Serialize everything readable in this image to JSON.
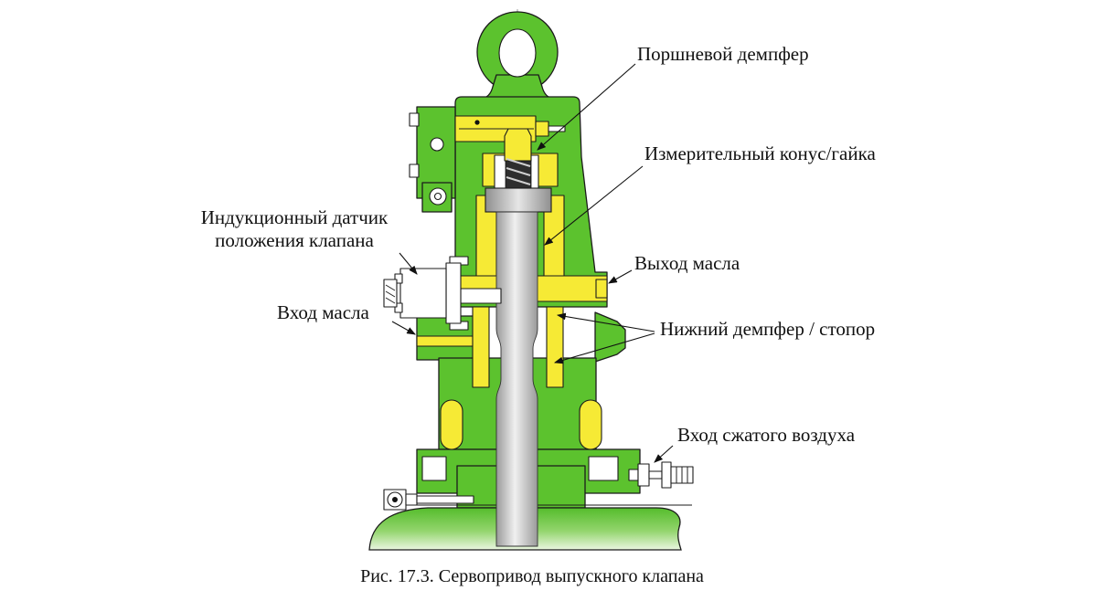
{
  "figure": {
    "caption": "Рис. 17.3. Сервопривод выпускного клапана"
  },
  "labels": {
    "piston_damper": "Поршневой демпфер",
    "measuring_cone": "Измерительный конус/гайка",
    "induction_sensor_line1": "Индукционный датчик",
    "induction_sensor_line2": "положения клапана",
    "oil_inlet": "Вход масла",
    "oil_outlet": "Выход масла",
    "lower_damper": "Нижний демпфер / стопор",
    "air_inlet": "Вход сжатого воздуха"
  },
  "colors": {
    "body_green": "#5cc22e",
    "oil_yellow": "#f6ea35",
    "shaft_gray": "#c9c9c9",
    "outline_black": "#1b1b1b",
    "background": "#ffffff"
  }
}
